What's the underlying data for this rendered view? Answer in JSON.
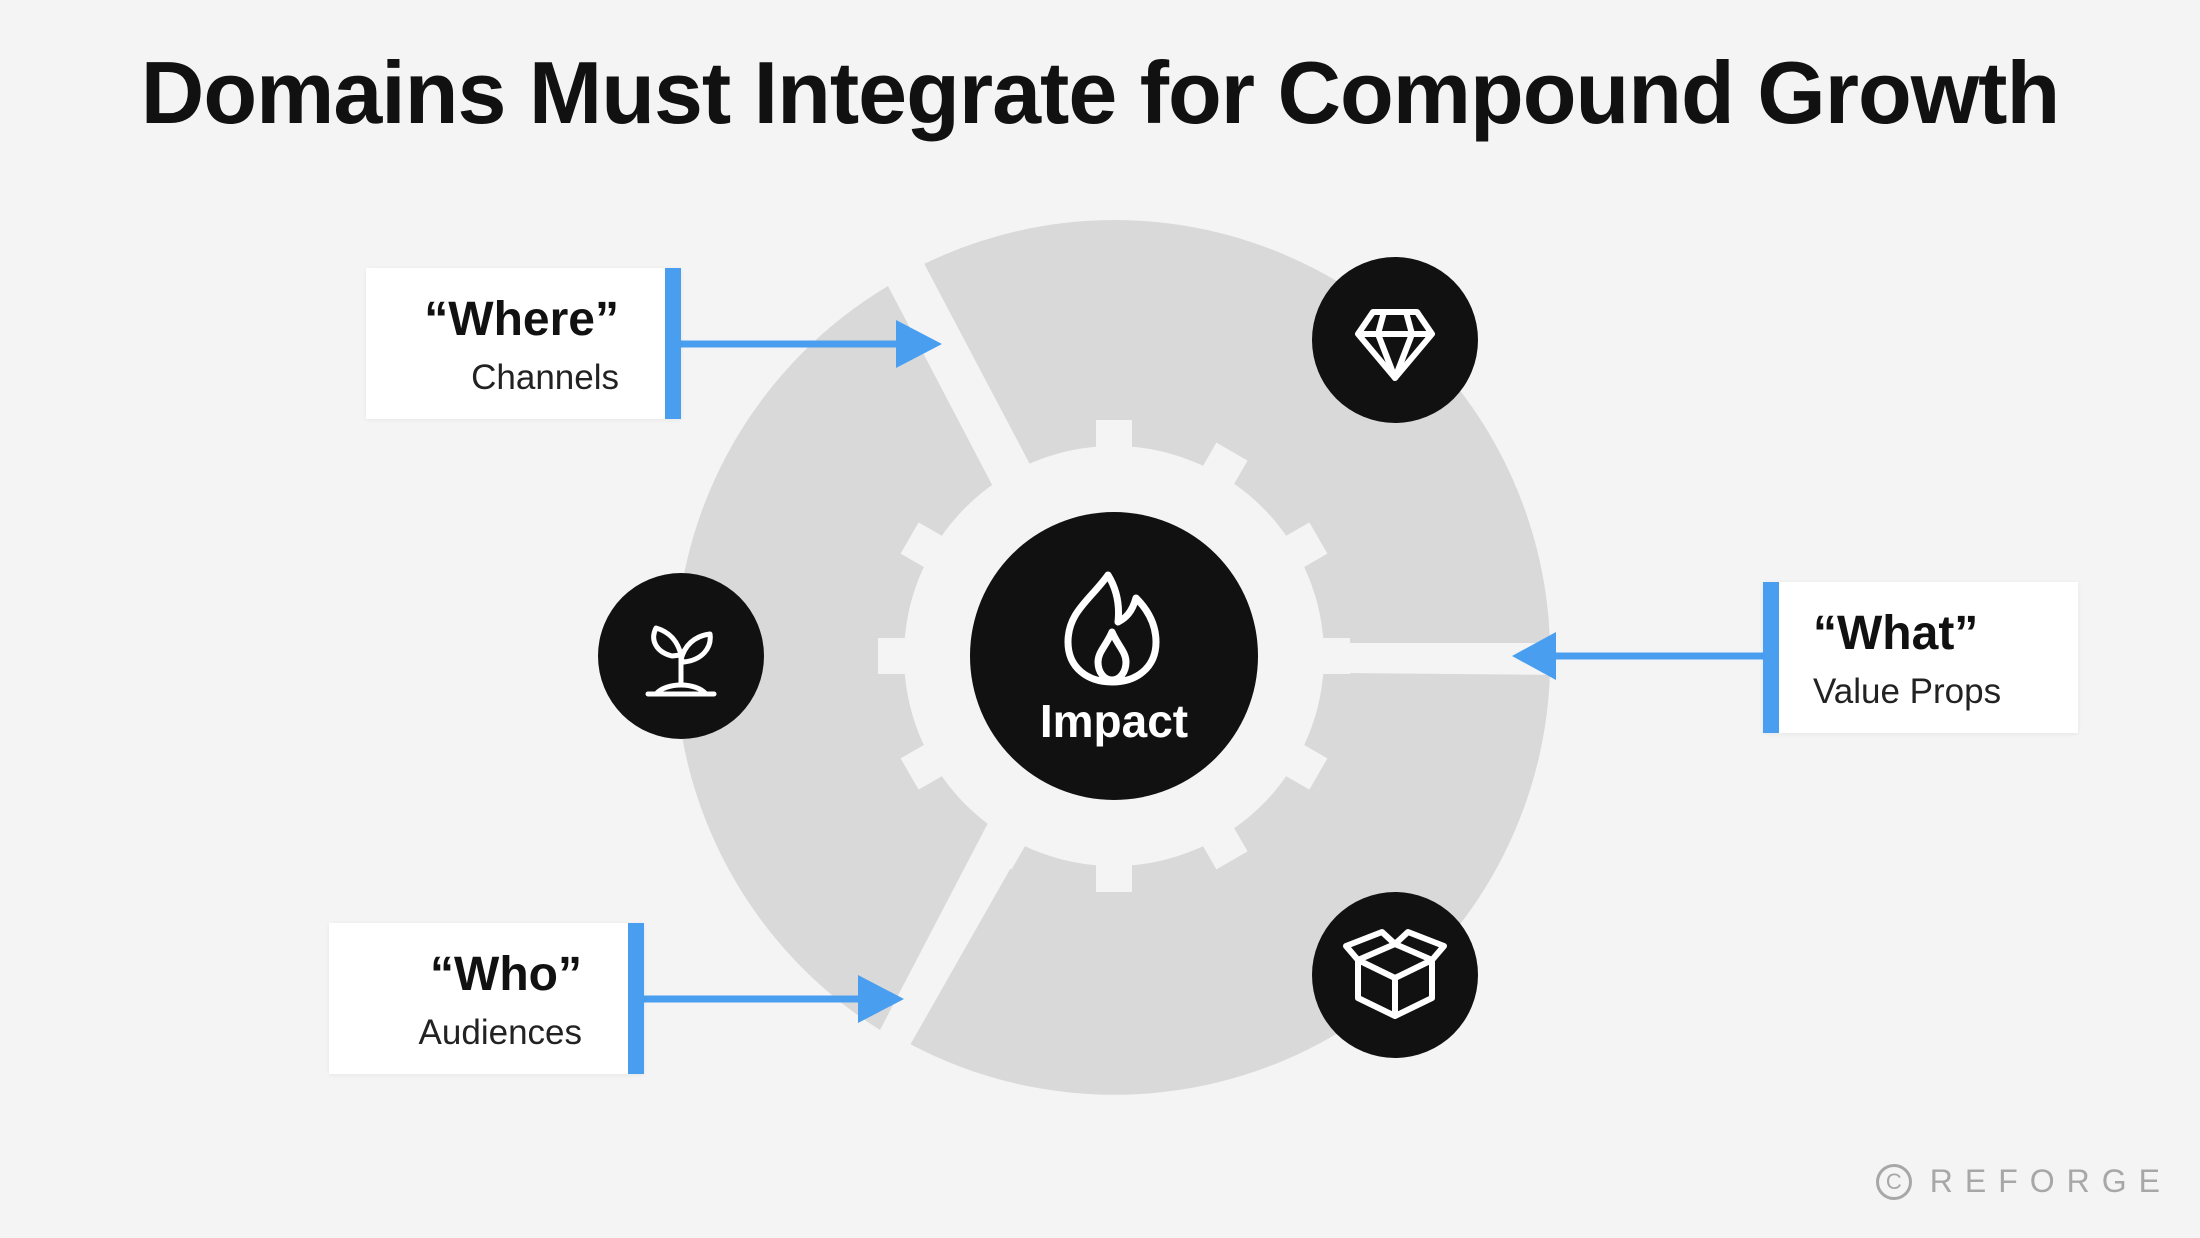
{
  "title": "Domains Must Integrate for Compound Growth",
  "center": {
    "label": "Impact",
    "icon": "flame-icon"
  },
  "domains": [
    {
      "id": "where",
      "title": "“Where”",
      "subtitle": "Channels"
    },
    {
      "id": "what",
      "title": "“What”",
      "subtitle": "Value Props"
    },
    {
      "id": "who",
      "title": "“Who”",
      "subtitle": "Audiences"
    }
  ],
  "segment_icons": [
    "diamond-icon",
    "sprout-icon",
    "box-icon"
  ],
  "brand": {
    "symbol": "C",
    "name": "REFORGE"
  },
  "colors": {
    "background": "#f4f4f4",
    "ring": "#d9d9d9",
    "accent": "#4a9ef0",
    "dark": "#111111",
    "brand": "#a7a7a7"
  }
}
